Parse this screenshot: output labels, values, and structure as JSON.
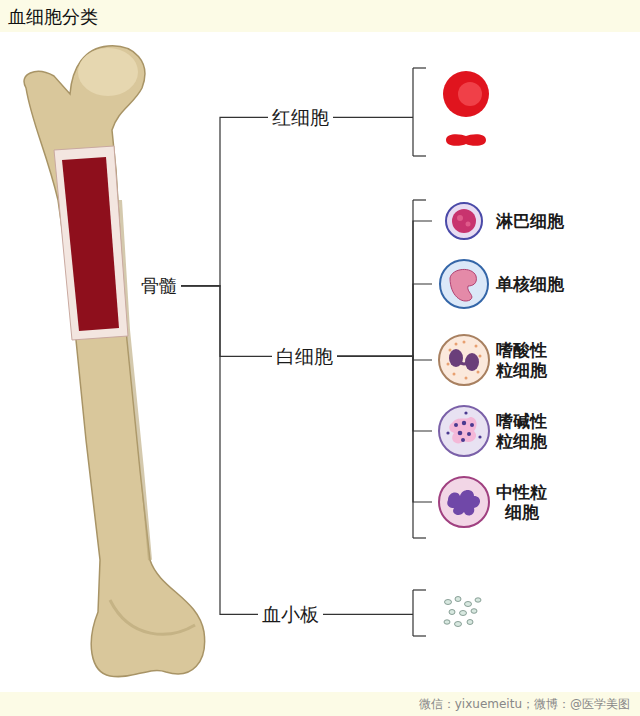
{
  "diagram": {
    "title": "血细胞分类",
    "nodes": [
      {
        "text": [
          "骨髓"
        ]
      },
      {
        "text": [
          "红细胞"
        ]
      },
      {
        "text": [
          "白细胞"
        ]
      },
      {
        "text": [
          "淋巴细胞"
        ]
      },
      {
        "text": [
          "单核细胞"
        ]
      },
      {
        "text": [
          "嗜酸性粒细胞"
        ]
      },
      {
        "text": [
          "嗜碱性粒细胞"
        ]
      },
      {
        "text": [
          "中性粒细胞"
        ]
      },
      {
        "text": [
          "血小板"
        ]
      }
    ],
    "edges": [
      {
        "from": 0,
        "to": 1,
        "arrow": "none"
      },
      {
        "from": 0,
        "to": 2,
        "arrow": "none"
      },
      {
        "from": 0,
        "to": 8,
        "arrow": "none"
      },
      {
        "from": 2,
        "to": 3,
        "arrow": "none"
      },
      {
        "from": 2,
        "to": 4,
        "arrow": "none"
      },
      {
        "from": 2,
        "to": 5,
        "arrow": "none"
      },
      {
        "from": 2,
        "to": 6,
        "arrow": "none"
      },
      {
        "from": 2,
        "to": 7,
        "arrow": "none"
      }
    ],
    "labels": [
      "微信：yixuemeitu；微博：@医学美图"
    ]
  }
}
